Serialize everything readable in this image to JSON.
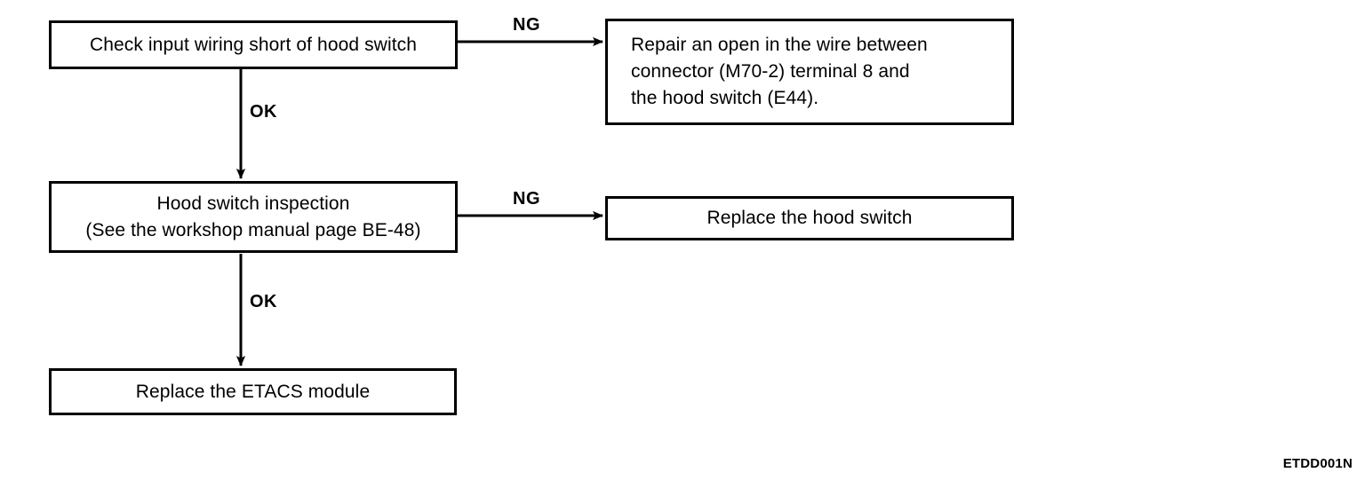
{
  "diagram": {
    "type": "troubleshooting-flowchart",
    "figure_code": "ETDD001N",
    "colors": {
      "background": "#ffffff",
      "stroke": "#000000",
      "text": "#000000"
    },
    "nodes": [
      {
        "id": "check-input-wiring",
        "lines": [
          "Check input wiring short of hood switch"
        ],
        "align": "center"
      },
      {
        "id": "repair-open-wire",
        "lines": [
          "Repair an open in the wire between",
          "connector (M70-2) terminal 8 and",
          "the hood switch (E44)."
        ],
        "align": "left"
      },
      {
        "id": "hood-switch-inspection",
        "lines": [
          "Hood switch inspection",
          "(See the workshop manual page BE-48)"
        ],
        "align": "center"
      },
      {
        "id": "replace-hood-switch",
        "lines": [
          "Replace the hood switch"
        ],
        "align": "center"
      },
      {
        "id": "replace-etacs-module",
        "lines": [
          "Replace the ETACS module"
        ],
        "align": "center"
      }
    ],
    "edges": [
      {
        "id": "edge-ng-1",
        "label": "NG",
        "from": "check-input-wiring",
        "to": "repair-open-wire",
        "direction": "right"
      },
      {
        "id": "edge-ok-1",
        "label": "OK",
        "from": "check-input-wiring",
        "to": "hood-switch-inspection",
        "direction": "down"
      },
      {
        "id": "edge-ng-2",
        "label": "NG",
        "from": "hood-switch-inspection",
        "to": "replace-hood-switch",
        "direction": "right"
      },
      {
        "id": "edge-ok-2",
        "label": "OK",
        "from": "hood-switch-inspection",
        "to": "replace-etacs-module",
        "direction": "down"
      }
    ]
  }
}
